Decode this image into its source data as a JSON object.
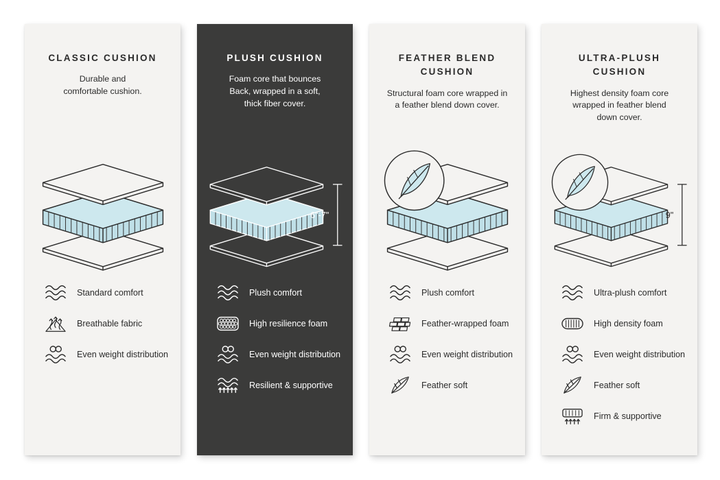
{
  "cards": [
    {
      "id": "classic",
      "title": "CLASSIC CUSHION",
      "description": "Durable and\ncomfortable cushion.",
      "theme": "light",
      "features": [
        {
          "icon": "waves-icon",
          "label": "Standard comfort"
        },
        {
          "icon": "breathable-icon",
          "label": "Breathable fabric"
        },
        {
          "icon": "weight-distribution-icon",
          "label": "Even weight distribution"
        }
      ]
    },
    {
      "id": "plush",
      "title": "PLUSH CUSHION",
      "description": "Foam core that bounces\nBack, wrapped in a soft,\nthick fiber cover.",
      "theme": "dark",
      "measurement": "6\"-7\"",
      "features": [
        {
          "icon": "waves-icon",
          "label": "Plush comfort"
        },
        {
          "icon": "honeycomb-icon",
          "label": "High resilience foam"
        },
        {
          "icon": "weight-distribution-icon",
          "label": "Even weight distribution"
        },
        {
          "icon": "resilient-icon",
          "label": "Resilient & supportive"
        }
      ]
    },
    {
      "id": "feather-blend",
      "title": "FEATHER BLEND\nCUSHION",
      "description": "Structural foam core wrapped in\na feather blend down cover.",
      "theme": "light",
      "features": [
        {
          "icon": "waves-icon",
          "label": "Plush comfort"
        },
        {
          "icon": "bricks-icon",
          "label": "Feather-wrapped foam"
        },
        {
          "icon": "weight-distribution-icon",
          "label": "Even weight distribution"
        },
        {
          "icon": "feather-icon",
          "label": "Feather soft"
        }
      ]
    },
    {
      "id": "ultra-plush",
      "title": "ULTRA-PLUSH\nCUSHION",
      "description": "Highest density foam core\nwrapped in feather blend\ndown cover.",
      "theme": "light",
      "measurement": "9\"",
      "features": [
        {
          "icon": "waves-icon",
          "label": "Ultra-plush comfort"
        },
        {
          "icon": "density-icon",
          "label": "High density foam"
        },
        {
          "icon": "weight-distribution-icon",
          "label": "Even weight distribution"
        },
        {
          "icon": "feather-icon",
          "label": "Feather soft"
        },
        {
          "icon": "firm-icon",
          "label": "Firm & supportive"
        }
      ]
    }
  ],
  "colors": {
    "card_light_bg": "#f4f3f1",
    "card_dark_bg": "#3b3b3a",
    "text_dark": "#2b2b2b",
    "text_light": "#ffffff",
    "foam_top": "#cde8ee",
    "foam_side": "#bfdfe7"
  }
}
